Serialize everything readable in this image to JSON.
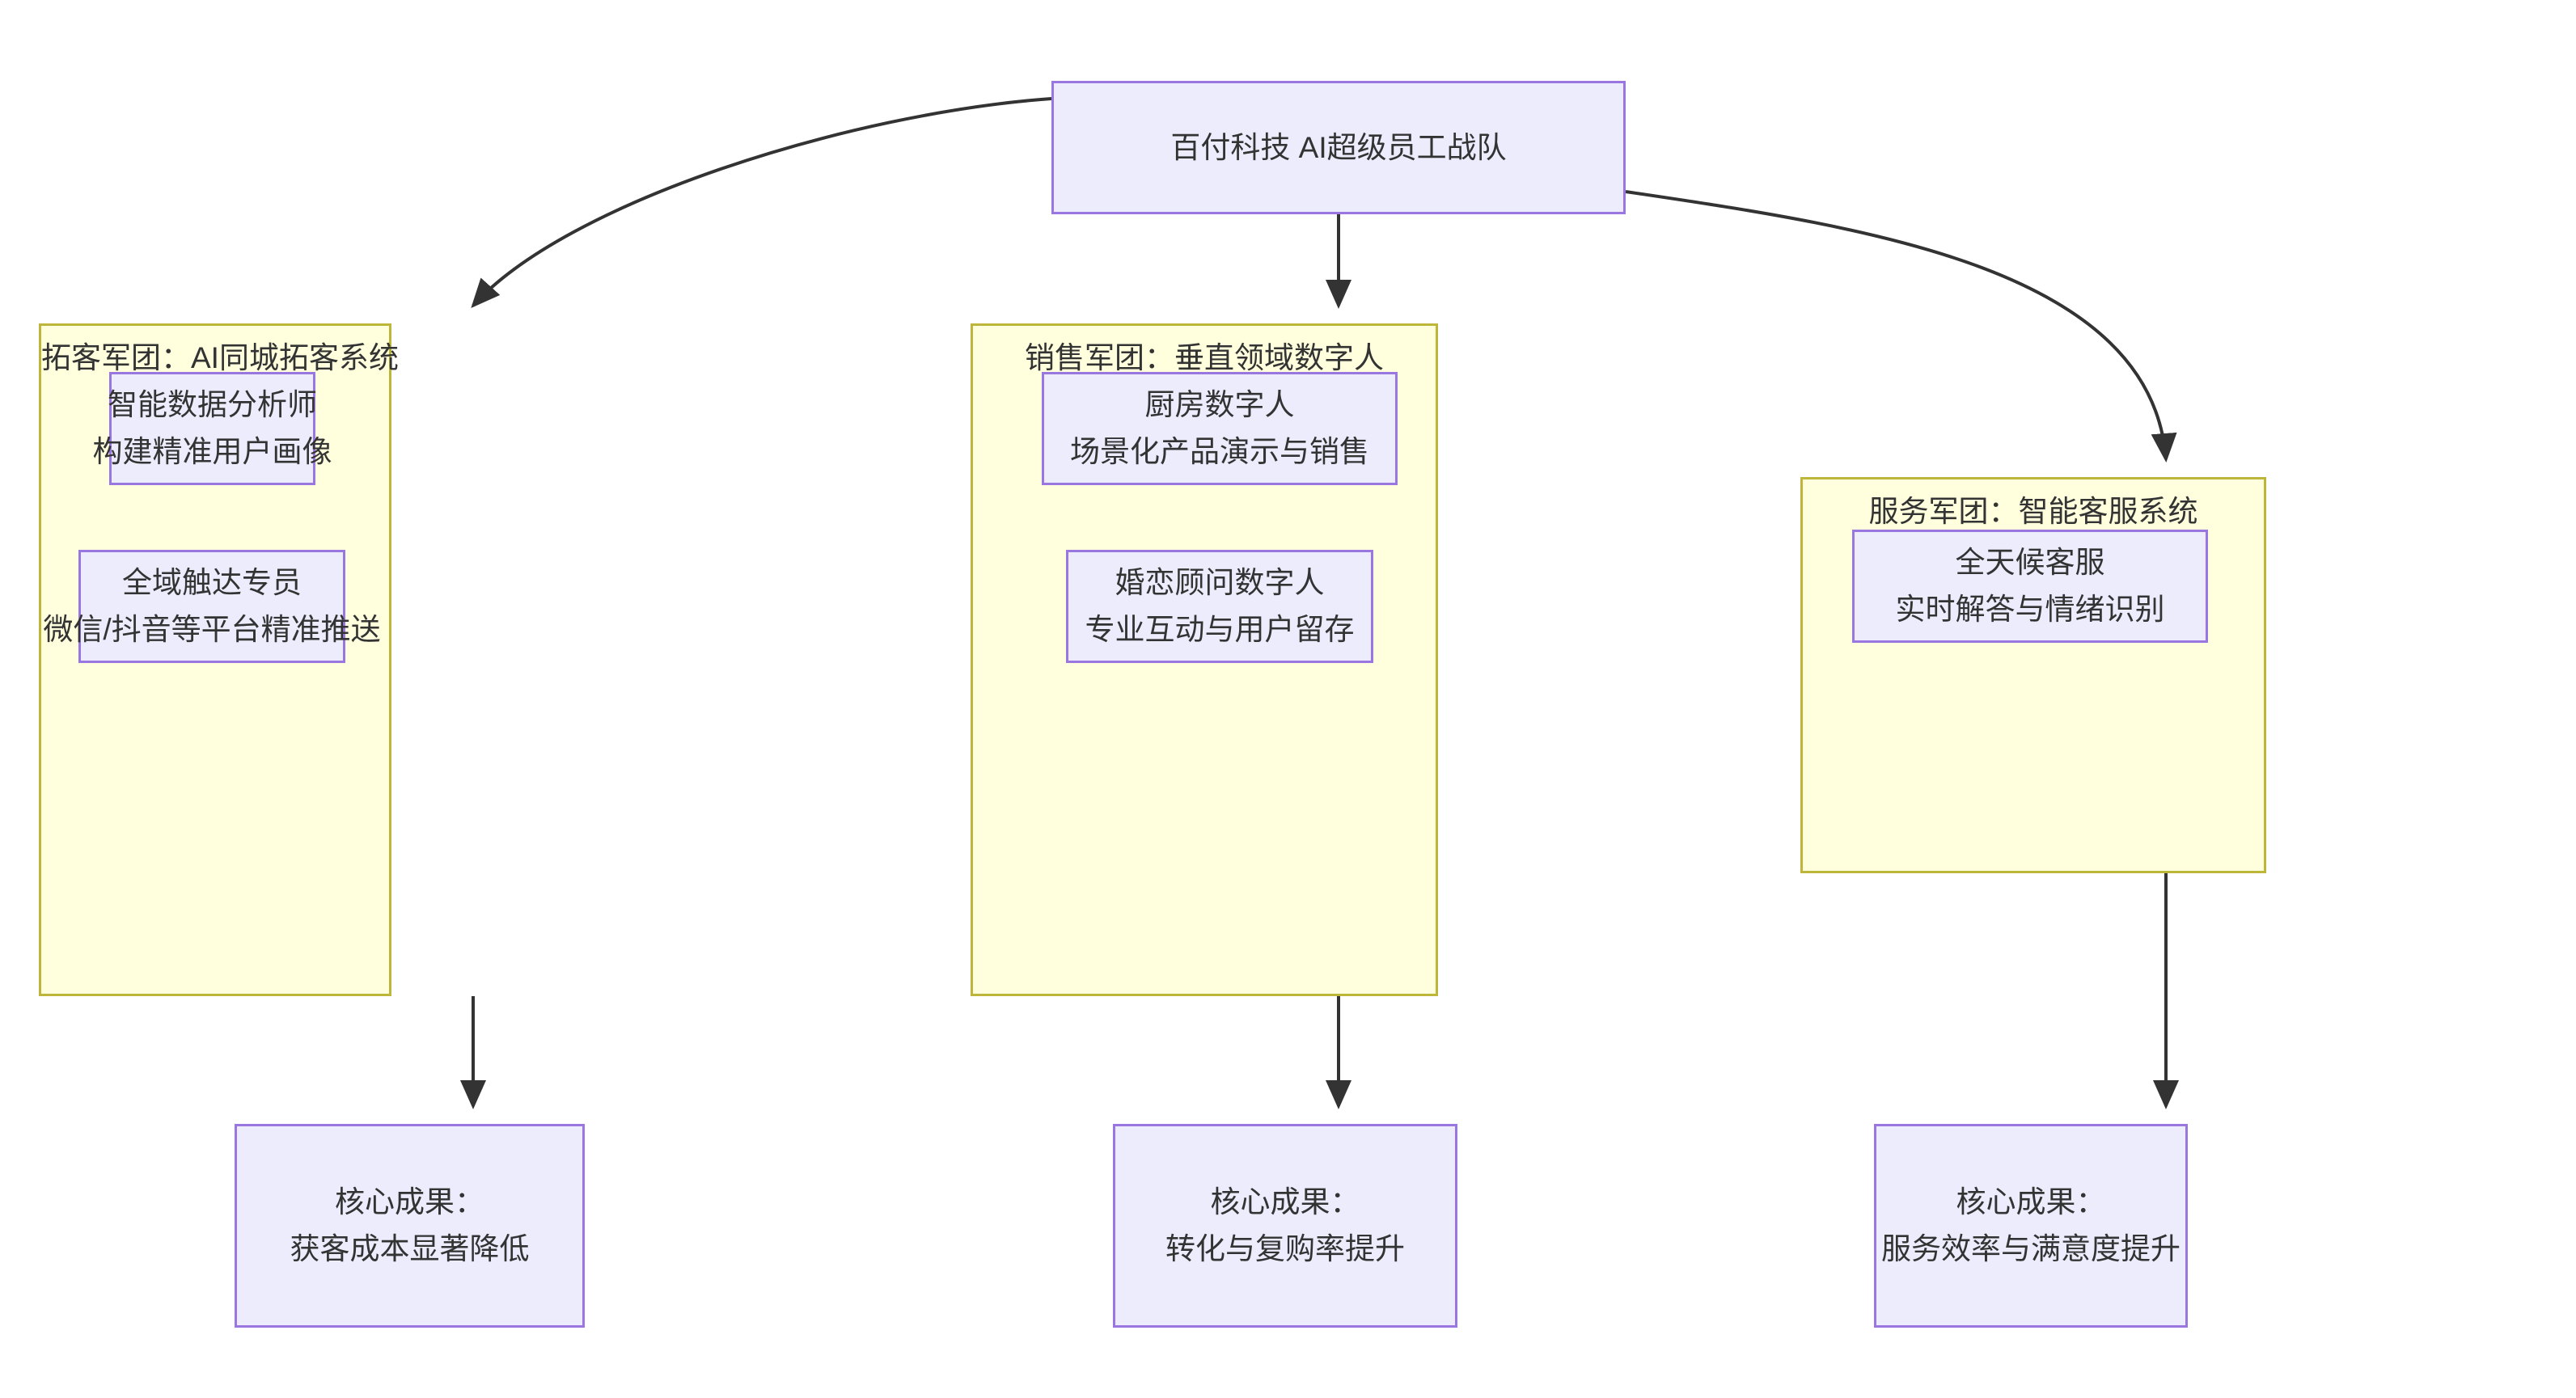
{
  "diagram": {
    "type": "flowchart",
    "direction": "top-down",
    "background": "#ffffff",
    "colors": {
      "node_fill": "#ececfd",
      "node_border": "#9a77e0",
      "cluster_fill": "#ffffde",
      "cluster_border": "#bdb63a",
      "edge": "#333333",
      "text": "#333333"
    }
  },
  "root": {
    "label": "百付科技 AI超级员工战队"
  },
  "clusters": [
    {
      "id": "cluster-1",
      "title": "拓客军团：AI同城拓客系统",
      "nodes": [
        {
          "id": "node-1-1",
          "line1": "智能数据分析师",
          "line2": "构建精准用户画像"
        },
        {
          "id": "node-1-2",
          "line1": "全域触达专员",
          "line2": "微信/抖音等平台精准推送"
        }
      ],
      "outcome": {
        "id": "outcome-1",
        "line1": "核心成果：",
        "line2": "获客成本显著降低"
      }
    },
    {
      "id": "cluster-2",
      "title": "销售军团：垂直领域数字人",
      "nodes": [
        {
          "id": "node-2-1",
          "line1": "厨房数字人",
          "line2": "场景化产品演示与销售"
        },
        {
          "id": "node-2-2",
          "line1": "婚恋顾问数字人",
          "line2": "专业互动与用户留存"
        }
      ],
      "outcome": {
        "id": "outcome-2",
        "line1": "核心成果：",
        "line2": "转化与复购率提升"
      }
    },
    {
      "id": "cluster-3",
      "title": "服务军团：智能客服系统",
      "nodes": [
        {
          "id": "node-3-1",
          "line1": "全天候客服",
          "line2": "实时解答与情绪识别"
        }
      ],
      "outcome": {
        "id": "outcome-3",
        "line1": "核心成果：",
        "line2": "服务效率与满意度提升"
      }
    }
  ],
  "edges": [
    {
      "from": "root",
      "to": "cluster-1",
      "style": "curved-arrow"
    },
    {
      "from": "root",
      "to": "cluster-2",
      "style": "straight-arrow"
    },
    {
      "from": "root",
      "to": "cluster-3",
      "style": "curved-arrow"
    },
    {
      "from": "cluster-1",
      "to": "outcome-1",
      "style": "straight-arrow"
    },
    {
      "from": "cluster-2",
      "to": "outcome-2",
      "style": "straight-arrow"
    },
    {
      "from": "cluster-3",
      "to": "outcome-3",
      "style": "straight-arrow"
    }
  ]
}
